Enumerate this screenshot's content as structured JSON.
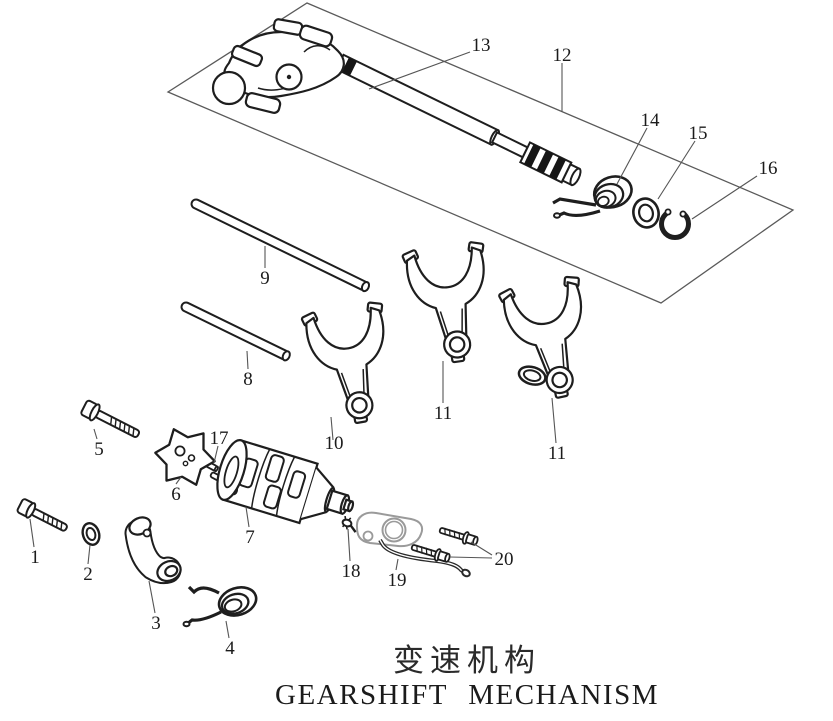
{
  "diagram": {
    "title_cn": "变速机构",
    "title_en": "GEARSHIFT MECHANISM",
    "callouts": [
      {
        "label": "13"
      },
      {
        "label": "12"
      },
      {
        "label": "14"
      },
      {
        "label": "15"
      },
      {
        "label": "16"
      },
      {
        "label": "9"
      },
      {
        "label": "8"
      },
      {
        "label": "10"
      },
      {
        "label": "11"
      },
      {
        "label": "11"
      },
      {
        "label": "5"
      },
      {
        "label": "17"
      },
      {
        "label": "6"
      },
      {
        "label": "7"
      },
      {
        "label": "1"
      },
      {
        "label": "2"
      },
      {
        "label": "3"
      },
      {
        "label": "4"
      },
      {
        "label": "18"
      },
      {
        "label": "19"
      },
      {
        "label": "20"
      }
    ],
    "colors": {
      "ink": "#1e1e1e",
      "leader": "#555555",
      "ghost_part": "#9a9a9a",
      "background": "#ffffff"
    }
  }
}
